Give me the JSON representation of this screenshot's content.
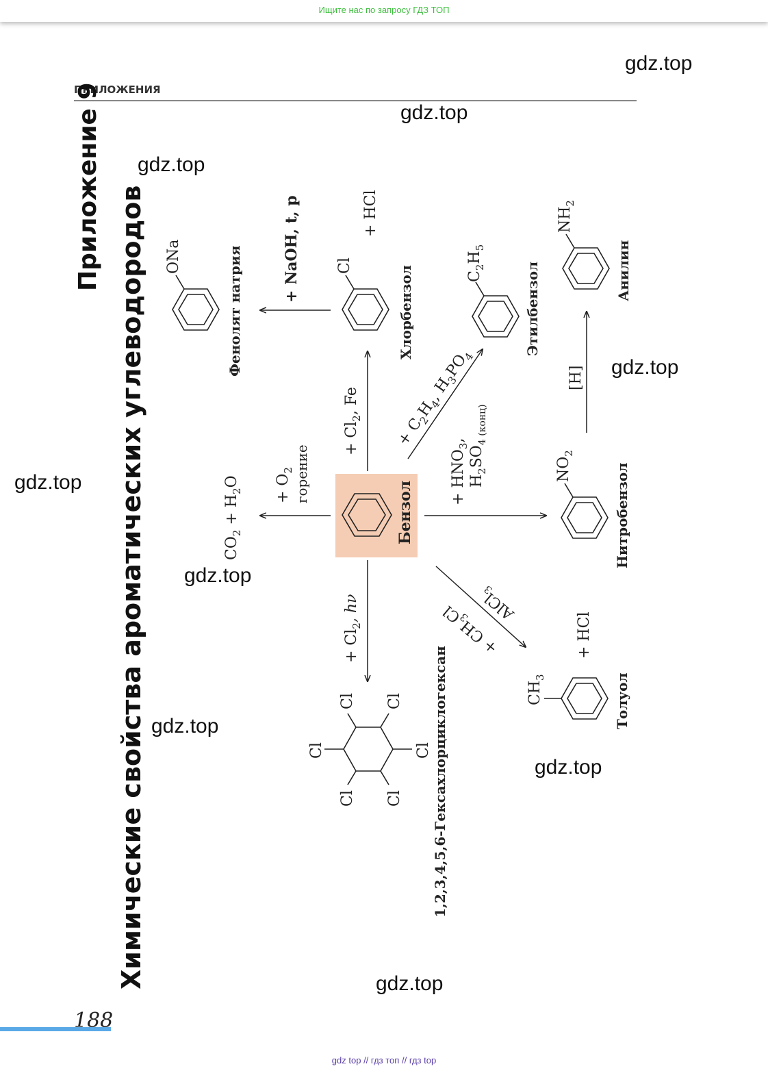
{
  "top_banner": "Ищите нас по запросу ГДЗ ТОП",
  "header_label": "ПРИЛОЖЕНИЯ",
  "appendix_title": "Приложение 9",
  "main_title": "Химические свойства ароматических углеводородов",
  "watermark": "gdz.top",
  "page_number": "188",
  "footer": [
    "gdz top",
    "гдз топ",
    "гдз top"
  ],
  "footer_separator": "//",
  "highlight_color": "#f5cdb4",
  "substances": {
    "benzene": "Бензол",
    "sodium_phenolate": "Фенолят натрия",
    "chlorobenzene": "Хлорбензол",
    "ethylbenzene": "Этилбензол",
    "aniline": "Анилин",
    "nitrobenzene": "Нитробензол",
    "toluene": "Толуол",
    "hexachlorocyclohexane": "1,2,3,4,5,6-Гексахлорциклогексан"
  },
  "substituents": {
    "ONa": "ONa",
    "Cl": "Cl",
    "Et_a": "C",
    "Et_b": "2",
    "Et_c": "H",
    "Et_d": "5",
    "NH_a": "NH",
    "NH_b": "2",
    "NO_a": "NO",
    "NO_b": "2",
    "CH_a": "CH",
    "CH_b": "3"
  },
  "reagents": {
    "naoh": "+ NaOH, t, p",
    "hcl": "+ HCl",
    "cl2_fe": [
      "+ Cl",
      "2",
      ", Fe"
    ],
    "c2h4": [
      "+ C",
      "2",
      "H",
      "4",
      ", H",
      "3",
      "PO",
      "4"
    ],
    "h": "[H]",
    "o2": [
      "+ O",
      "2"
    ],
    "burning": "горение",
    "co2_h2o": [
      "CO",
      "2",
      " + H",
      "2",
      "O"
    ],
    "hno3": [
      "+ HNO",
      "3",
      ","
    ],
    "h2so4": [
      "H",
      "2",
      "SO",
      "4 (конц)"
    ],
    "cl2_hv": [
      "+ Cl",
      "2",
      ", hν"
    ],
    "ch3cl": [
      "+ CH",
      "3",
      "Cl"
    ],
    "alcl3": [
      "AlCl",
      "3"
    ]
  }
}
